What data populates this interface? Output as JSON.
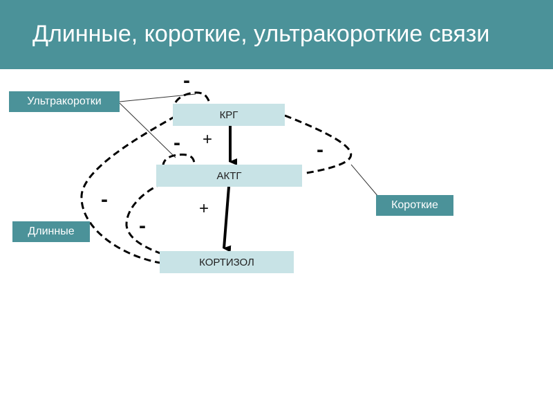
{
  "header": {
    "title": "Длинные, короткие, ультракороткие  связи",
    "background": "#4b9299",
    "text_color": "#ffffff"
  },
  "nodes": {
    "krg": "КРГ",
    "aktg": "АКТГ",
    "cortisol": "КОРТИЗОЛ",
    "fill_color": "#c8e3e6"
  },
  "labels": {
    "ultrashort": "Ультракоротки",
    "short": "Короткие",
    "long": "Длинные",
    "fill_color": "#4b9299"
  },
  "signs": {
    "plus_krg_aktg": "+",
    "plus_aktg_cortisol": "+",
    "minus_ultrashort_top": "-",
    "minus_ultrashort_small": "-",
    "minus_short": "-",
    "minus_long_outer": "-",
    "minus_long_inner": "-"
  }
}
